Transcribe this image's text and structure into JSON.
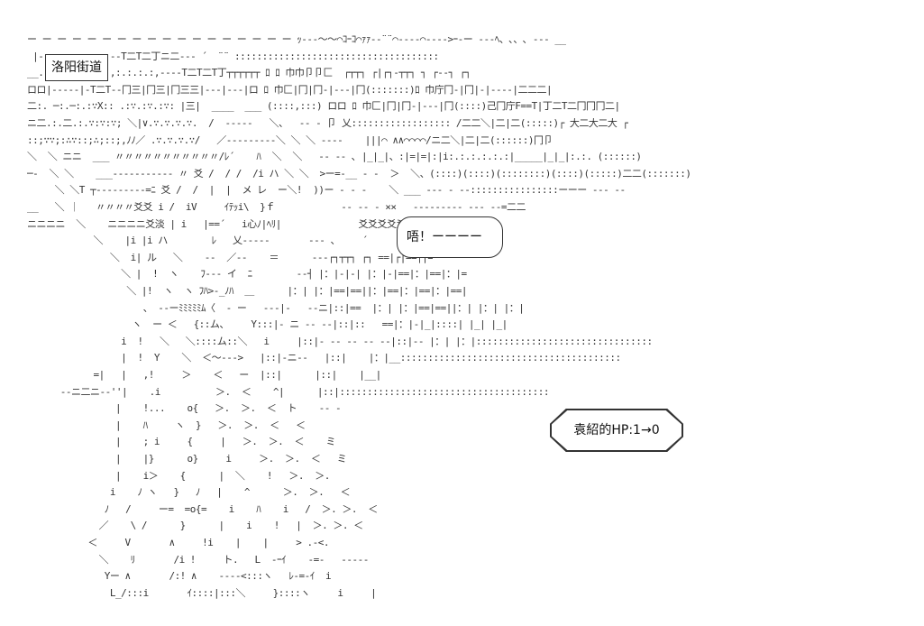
{
  "place_sign": "洛阳街道",
  "speech_bubble": "唔！ーーーー",
  "hp_readout": "袁紹的HP:1→0",
  "art_lines": [
    "ー ー ー ー ー ー ー ー ー ー ー ー ー ー ー ー ー ー ｯ-‐-〜〜⌒ｺｰｺ⌒ｧｧ‐‐¨¨⌒‐‐‐‐⌒‐‐‐‐>ｰ‐ー ‐‐‐ﾍ、､、､ ‐‐‐ __",
    " |‐‐‐‐┐ ┌‐‐‐‐┐ -‐T二T二丁ニ二-‐‐ ´  ¨¨ :::::::::::::::::::::::::::::::::::::",
    "__..,; ;:.:.:.:,:.:.:.:,-‐‐-T二T二T丁┬┬┬┬┬┬ ﾛ ﾛ 巾巾卩卩匚  ┌┬┬┐ ┌|┌┐-┬┬┐ ┐ ┌‐‐┐ ┌┐",
    "ロロ|‐‐‐‐‐|-T二T-‐冂三|冂三|冂三三|---|---|ロ ﾛ 巾匚|冂|冂‐|‐‐‐|冂(:::::::)ﾛ 巾庁冂-|冂|-|‐‐‐‐|二二二|",
    "二:. ─:.─:.:∵X:: .:∵.:∵.:∵: |三|  ____  ___ (::::,:::) ロロ ﾛ 巾匚|冂|冂-|‐‐‐|冂(::::)己冂庁F==T|丁二T二冂冂冂二|",
    "ニ二.:.二.:.∵:∵:∵; ＼|∨.∵.∵.∵.∵.  /  ‐‐‐‐‐   ＼、  ‐‐ ‐ 卩 乂:::::::::::::::::: /二二＼|二|二(:::::)┌ 大二大二大 ┌",
    "::;∵∵;:∴∵::;∴;::;,ﾉﾉ／ .∵.∵.∵.∵/   ／‐‐‐‐‐‐‐‐-＼ ＼ ＼ ‐‐‐‐    |||⌒ ∧∧⌒⌒⌒⌒/ニ二＼|二|二(::::::)冂卩",
    "＼  ＼ ニニ  ___ 〃〃〃〃〃〃〃〃〃〃〃/ﾚ´    ﾊ  ＼  ＼   ‐‐ ‐‐ ､ |_|_|、:|=|=|:|i:.:.:.:.:.:|_____|_|_|:.:. (::::::)",
    "─‐  ＼ ＼    ___‐‐‐‐‐‐‐‐‐‐‐ 〃 爻 /  / /  /i ハ ＼ ＼  >ー=‐__ ‐ ‐  ＞  ＼、(::::)(::::)(::::::::)(::::)(:::::)二二(:::::::)",
    "     ＼ ＼T ┬---------=ﾆ 爻 /  /  |  |  メ レ  ー＼!  ))ー ‐ ‐ ‐    ＼ ___ ‐‐‐ ‐ ‐‐::::::::::::::::ーーー ‐‐‐ ‐‐",
    "__   ＼ ｜   〃〃〃〃爻爻 i /  iV     ｲﾃｯi\\  }ｆ            ‐‐ ‐‐ ‐ ××   ‐‐‐‐‐‐‐‐‐ ‐‐‐ ‐‐=二二",
    "ニニニニ  ＼    ニニニニ爻淡 | i   |==´   i心ﾉ|ﾍﾘ|              爻爻爻爻爻爻爻爻爻爻丁T‐‐=‐‐",
    "            ＼    |i |i ハ        ﾚ   乂‐‐‐‐‐       ‐‐‐ 、    ´      ┌‐‐‐┐‐‐‐",
    "               ＼  i| ル   ＼    ‐‐  ／‐‐    ＝      ‐‐-┌┐┬┬┐ ┌┐ ==|┌|==┌|=",
    "                 ＼ |  !  ヽ    ﾌ‐‐‐ イ  ﾆ        ‐‐┤ |：|‐|‐| |：|-|==|：|==|：|=",
    "                  ＼ |!  ヽ  ヽ ﾌﾊ>‐_ﾉﾊ  ＿      |：| |：|==|==||：|==|：|==|：|==|",
    "                     、 ‐‐ーﾐﾐﾐﾐﾐﾑ〈  ‐ ー   ‐‐‐|-   -‐ニ|::|==  |：| |：|==|==||：| |：| |：|",
    "                   ヽ  ー ＜   {::ム、    Y:::|‐ ニ ‐‐ ‐‐|::|::   ==|：|‐|_|::::| |_| |_|",
    "                 i  !   ＼   ＼::::ム::＼   i     |::|‐ ‐‐ ‐‐ ‐‐ ‐-|::|‐‐ |：| |：|::::::::::::::::::::::::::::::::",
    "                 |  !  Y    ＼  ＜〜‐‐‐>   |::|‐ニ‐‐   |::|    |：|__::::::::::::::::::::::::::::::::::::::::",
    "            =|   |   ,!     ＞    ＜   ー  |::|      |::|    |__|",
    "      -‐ニ二ニ-‐''|    .i          ＞.  ＜    ^|      |::|::::::::::::::::::::::::::::::::::::::",
    "                |    !...    o{   ＞.  ＞.  ＜  ト    ‐‐ ‐",
    "                |    ﾊ     ヽ  }   ＞.  ＞.  ＜   ＜",
    "                |    ; i     {     |   ＞.  ＞.  ＜    ミ",
    "                |    |}      o}     i     ＞.  ＞.  ＜   ミ",
    "                |    i＞    {      |  ＼    !   ＞.  ＞.",
    "               i    ﾉ ヽ   }   ﾉ   |    ^      ＞.  ＞.   ＜",
    "              ﾉ   /     ー=  =o{=    i    ﾊ    i   /  ＞. ＞.  ＜",
    "             ／    \\ /      }      |    i    !   |  ＞. ＞. ＜",
    "           ＜     V       ∧     !i    |    |     > .-<.",
    "             ＼    ﾘ       /i !     ト.   L  -ｰｲ    -=-   -‐‐‐‐",
    "              Yー ∧       /:! ∧    ‐‐‐‐<:::ヽ   ﾚ‐=-ｲ  i",
    "               L_/:::i       ｲ::::|:::＼     }::::ヽ     i     |"
  ]
}
